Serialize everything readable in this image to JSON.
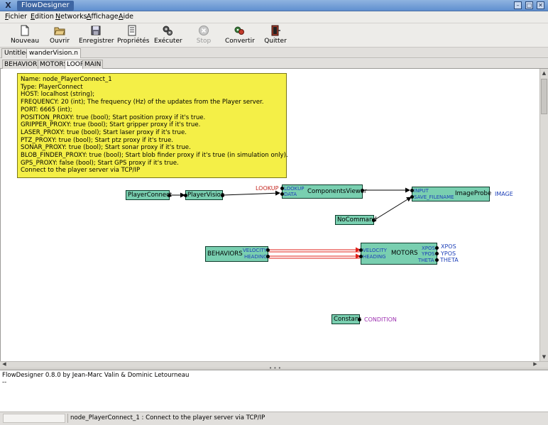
{
  "window": {
    "title": "FlowDesigner",
    "buttons": [
      "–",
      "□",
      "✕"
    ]
  },
  "menubar": {
    "items": [
      "Fichier",
      "Edition",
      "Networks",
      "Affichage",
      "Aide"
    ]
  },
  "toolbar": {
    "buttons": [
      {
        "label": "Nouveau",
        "icon": "new-document-icon"
      },
      {
        "label": "Ouvrir",
        "icon": "folder-open-icon"
      },
      {
        "label": "Enregistrer",
        "icon": "floppy-disk-icon"
      },
      {
        "label": "Propriétés",
        "icon": "properties-icon"
      },
      {
        "label": "Exécuter",
        "icon": "gears-icon"
      },
      {
        "label": "Stop",
        "icon": "stop-icon",
        "disabled": true
      },
      {
        "label": "Convertir",
        "icon": "convert-icon"
      },
      {
        "label": "Quitter",
        "icon": "exit-door-icon"
      }
    ]
  },
  "doc_tabs": [
    "Untitled",
    "wanderVision.n"
  ],
  "sub_tabs": [
    "BEHAVIORS",
    "MOTORS",
    "LOOP",
    "MAIN"
  ],
  "tooltip": {
    "lines": [
      "Name: node_PlayerConnect_1",
      "Type: PlayerConnect",
      "HOST: localhost (string);",
      "FREQUENCY: 20 (int); The frequency (Hz) of the updates from the Player server.",
      "PORT: 6665 (int);",
      "POSITION_PROXY: true (bool); Start position proxy if it's true.",
      "GRIPPER_PROXY: true (bool); Start gripper proxy if it's true.",
      "LASER_PROXY: true (bool); Start laser proxy if it's true.",
      "PTZ_PROXY: true (bool); Start ptz proxy if it's true.",
      "SONAR_PROXY: true (bool); Start sonar proxy if it's true.",
      "BLOB_FINDER_PROXY: true (bool); Start blob finder proxy if it's true (in simulation only).",
      "GPS_PROXY: false (bool); Start GPS proxy if it's true.",
      "Connect to the player server via TCP/IP"
    ]
  },
  "network": {
    "nodes": {
      "player_connect": "PlayerConnect",
      "player_vision": "PlayerVision",
      "components_viewer": "ComponentsViewer",
      "image_probe": "ImageProbe",
      "no_command": "NoCommand",
      "behaviors": "BEHAVIORS",
      "motors": "MOTORS",
      "constant": "Constant"
    },
    "ports": {
      "cv_lookup": "LOOKUP",
      "cv_data": "DATA",
      "ip_input": "INPUT",
      "ip_save": "SAVE_FILENAME",
      "beh_velocity": "VELOCITY",
      "beh_heading": "HEADING",
      "mot_velocity": "VELOCITY",
      "mot_heading": "HEADING",
      "mot_xpos": "XPOS",
      "mot_ypos": "YPOS",
      "mot_theta": "THETA"
    },
    "externals": {
      "lookup_in": "LOOKUP",
      "image_out": "IMAGE",
      "xpos_out": "XPOS",
      "ypos_out": "YPOS",
      "theta_out": "THETA",
      "condition_out": "CONDITION"
    },
    "colors": {
      "node": "#79cfb0",
      "link": "#000000",
      "highlight_link": "#e0201a",
      "input_label": "#c4261f",
      "output_label": "#1e40b8",
      "condition_label": "#9c2fb0"
    }
  },
  "output": {
    "lines": [
      "FlowDesigner 0.8.0 by Jean-Marc Valin & Dominic Letourneau",
      "--"
    ]
  },
  "status": {
    "text": "node_PlayerConnect_1 : Connect to the player server via TCP/IP"
  }
}
